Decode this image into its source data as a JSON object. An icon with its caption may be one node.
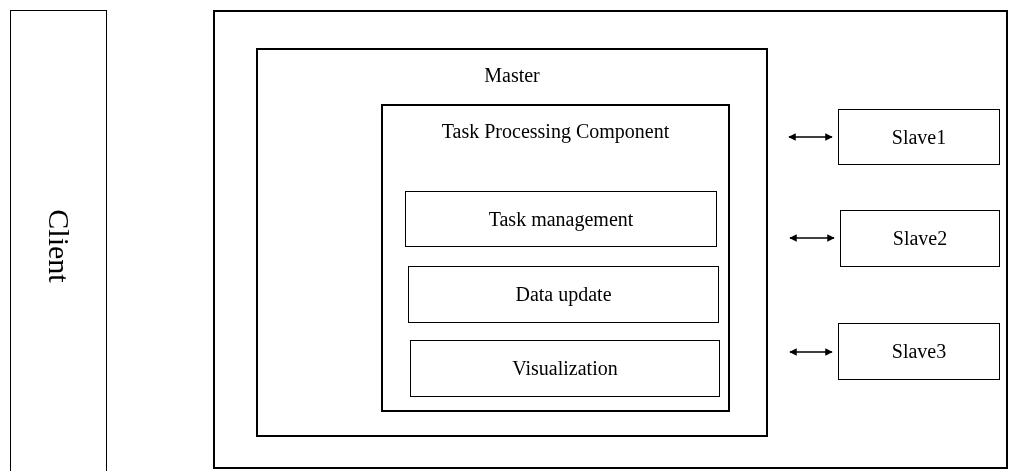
{
  "diagram": {
    "nodes": [
      {
        "text": [
          "Client"
        ]
      },
      {
        "text": [],
        "shape": "box"
      },
      {
        "text": [
          "Master"
        ],
        "in": 1
      },
      {
        "text": [
          "Task Processing Component"
        ],
        "in": 2
      },
      {
        "text": [
          "Task management"
        ],
        "in": 3
      },
      {
        "text": [
          "Data update"
        ],
        "in": 3
      },
      {
        "text": [
          "Visualization"
        ],
        "in": 3
      },
      {
        "text": [
          "Slave1"
        ],
        "in": 1
      },
      {
        "text": [
          "Slave2"
        ],
        "in": 1
      },
      {
        "text": [
          "Slave3"
        ],
        "in": 1
      }
    ],
    "edges": [
      {
        "from": 2,
        "to": 7,
        "arrow": "both"
      },
      {
        "from": 2,
        "to": 8,
        "arrow": "both"
      },
      {
        "from": 2,
        "to": 9,
        "arrow": "both"
      }
    ]
  }
}
